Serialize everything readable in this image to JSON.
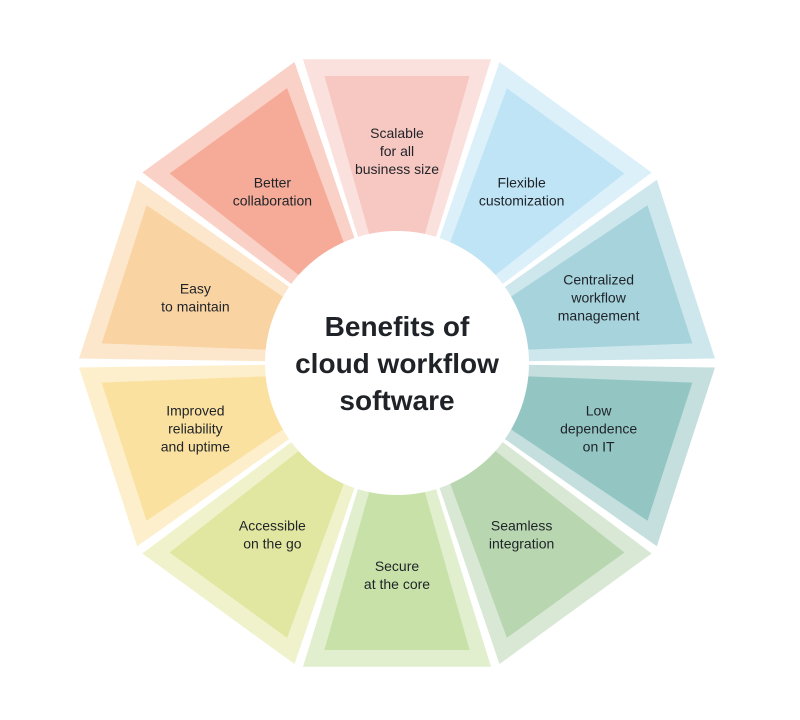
{
  "diagram": {
    "title_lines": [
      "Benefits of",
      "cloud workflow",
      "software"
    ],
    "segments": [
      {
        "lines": [
          "Scalable",
          "for all",
          "business size"
        ],
        "color": "#f7c8c2"
      },
      {
        "lines": [
          "Flexible",
          "customization"
        ],
        "color": "#bfe4f5"
      },
      {
        "lines": [
          "Centralized",
          "workflow",
          "management"
        ],
        "color": "#a6d3dc"
      },
      {
        "lines": [
          "Low",
          "dependence",
          "on IT"
        ],
        "color": "#93c5c3"
      },
      {
        "lines": [
          "Seamless",
          "integration"
        ],
        "color": "#b8d6b0"
      },
      {
        "lines": [
          "Secure",
          "at the core"
        ],
        "color": "#c8e1a8"
      },
      {
        "lines": [
          "Accessible",
          "on the go"
        ],
        "color": "#e1e7a0"
      },
      {
        "lines": [
          "Improved",
          "reliability",
          "and uptime"
        ],
        "color": "#fbe1a0"
      },
      {
        "lines": [
          "Easy",
          "to maintain"
        ],
        "color": "#f9d3a2"
      },
      {
        "lines": [
          "Better",
          "collaboration"
        ],
        "color": "#f6ab98"
      }
    ]
  }
}
